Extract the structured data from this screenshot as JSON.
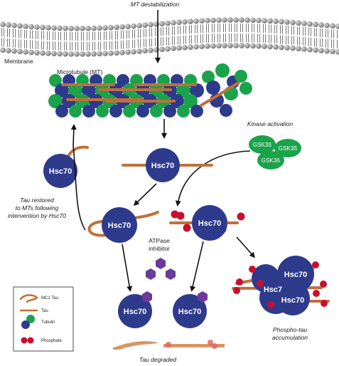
{
  "labels": {
    "mt_destabilization": "MT destabilization",
    "membrane": "Membrane",
    "microtubule": "Microtubule (MT)",
    "kinase_activation": "Kinase activation",
    "tau_restored": [
      "Tau restored",
      "to MTs following",
      "intervention by Hsc70"
    ],
    "atpase_inhibitor": [
      "ATPase",
      "inhibitor"
    ],
    "phospho_tau": [
      "Phospho-tau",
      "accumulation"
    ],
    "tau_degraded": "Tau degraded"
  },
  "hsc70_label": "Hsc70",
  "hsc70_label_partial": "Hsc7",
  "gsk_label": "GSK3ß",
  "legend": {
    "mc1_tau": "MC1 Tau",
    "tau": "Tau",
    "tubulin": "Tubulin",
    "phosphate": "Phosphate"
  },
  "colors": {
    "hsc70": "#2e3a8c",
    "tubulin_green": "#1aa34a",
    "tubulin_blue": "#2e3a8c",
    "tau": "#c0703a",
    "phosphate": "#c8102e",
    "atpase_inhibitor": "#6b3a9a",
    "membrane_head": "#7a7a7a"
  }
}
